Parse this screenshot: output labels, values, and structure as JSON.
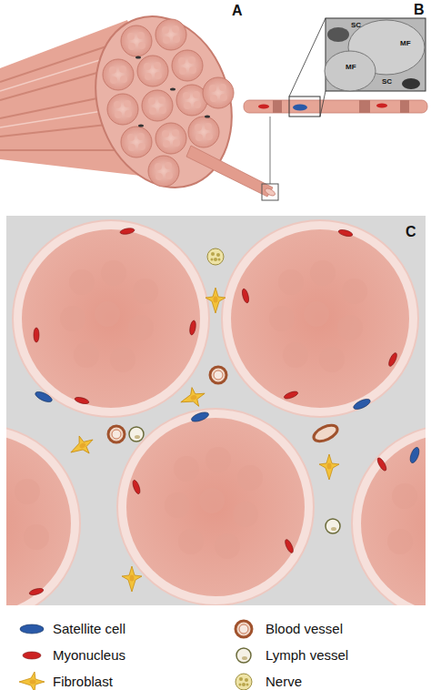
{
  "diagram": {
    "labels": [
      "A",
      "B",
      "C",
      "SC",
      "MF",
      "MF",
      "SC"
    ],
    "legend": [
      {
        "text": "Satellite cell"
      },
      {
        "text": "Blood vessel"
      },
      {
        "text": "Myonucleus"
      },
      {
        "text": "Lymph vessel"
      },
      {
        "text": "Fibroblast"
      },
      {
        "text": "Nerve"
      }
    ]
  }
}
